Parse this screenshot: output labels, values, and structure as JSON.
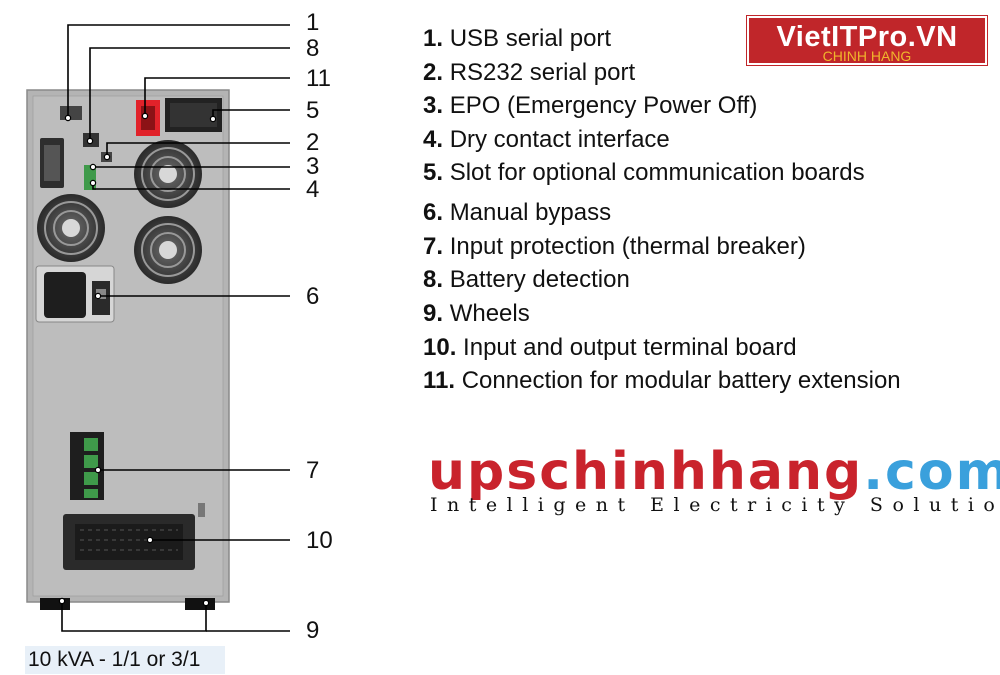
{
  "callouts": [
    "1",
    "8",
    "11",
    "5",
    "2",
    "3",
    "4",
    "6",
    "7",
    "10",
    "9"
  ],
  "legend": [
    {
      "num": "1.",
      "text": "USB serial port"
    },
    {
      "num": "2.",
      "text": "RS232 serial port"
    },
    {
      "num": "3.",
      "text": "EPO (Emergency Power Off)"
    },
    {
      "num": "4.",
      "text": "Dry contact interface"
    },
    {
      "num": "5.",
      "text": "Slot for optional communication boards"
    },
    {
      "num": "6.",
      "text": "Manual bypass"
    },
    {
      "num": "7.",
      "text": "Input protection (thermal breaker)"
    },
    {
      "num": "8.",
      "text": "Battery detection"
    },
    {
      "num": "9.",
      "text": "Wheels"
    },
    {
      "num": "10.",
      "text": "Input and output terminal board"
    },
    {
      "num": "11.",
      "text": "Connection for modular battery extension"
    }
  ],
  "caption": "10 kVA - 1/1 or 3/1",
  "watermark": {
    "name": "VietITPro.VN",
    "sub": "CHINH HANG"
  },
  "logo": {
    "main": "upschinhhang",
    "suffix": ".com",
    "tagline": "Intelligent Electricity Solution"
  },
  "colors": {
    "brand_red": "#c0262a",
    "logo_red": "#c9232c",
    "logo_blue": "#3aa0dc",
    "panel_gray": "#b4b4b4",
    "terminal_green": "#3f9a4a"
  }
}
